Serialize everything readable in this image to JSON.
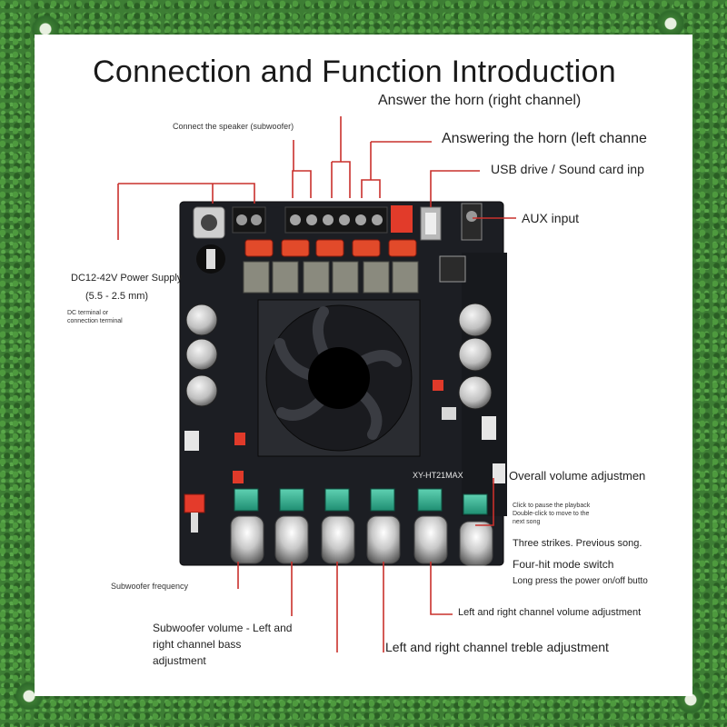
{
  "title": "Connection and Function Introduction",
  "board_model": "XY-HT21MAX",
  "labels": {
    "right_horn": "Answer the horn (right channel)",
    "left_horn": "Answering the horn (left channe",
    "speaker_sub": "Connect the speaker (subwoofer)",
    "usb": "USB drive / Sound card inp",
    "aux": "AUX input",
    "power": "DC12-42V Power Supply",
    "power_size": "(5.5 - 2.5 mm)",
    "dc_note": "DC terminal or connection terminal",
    "overall_vol": "Overall volume adjustmen",
    "click_pause": "Click to pause the playback Double-click to move to the next song",
    "three_strikes": "Three strikes. Previous song.",
    "four_hit": "Four-hit mode switch",
    "long_press": "Long press the power on/off butto",
    "sub_freq": "Subwoofer frequency",
    "lr_volume": "Left and right channel volume adjustment",
    "sub_volume_l1": "Subwoofer volume - Left and",
    "sub_volume_l2": "right channel bass",
    "sub_volume_l3": "adjustment",
    "treble": "Left and right channel treble adjustment"
  },
  "colors": {
    "leader_line": "#c9302c",
    "board": "#1d1f24",
    "frame": "#3d7d34"
  }
}
